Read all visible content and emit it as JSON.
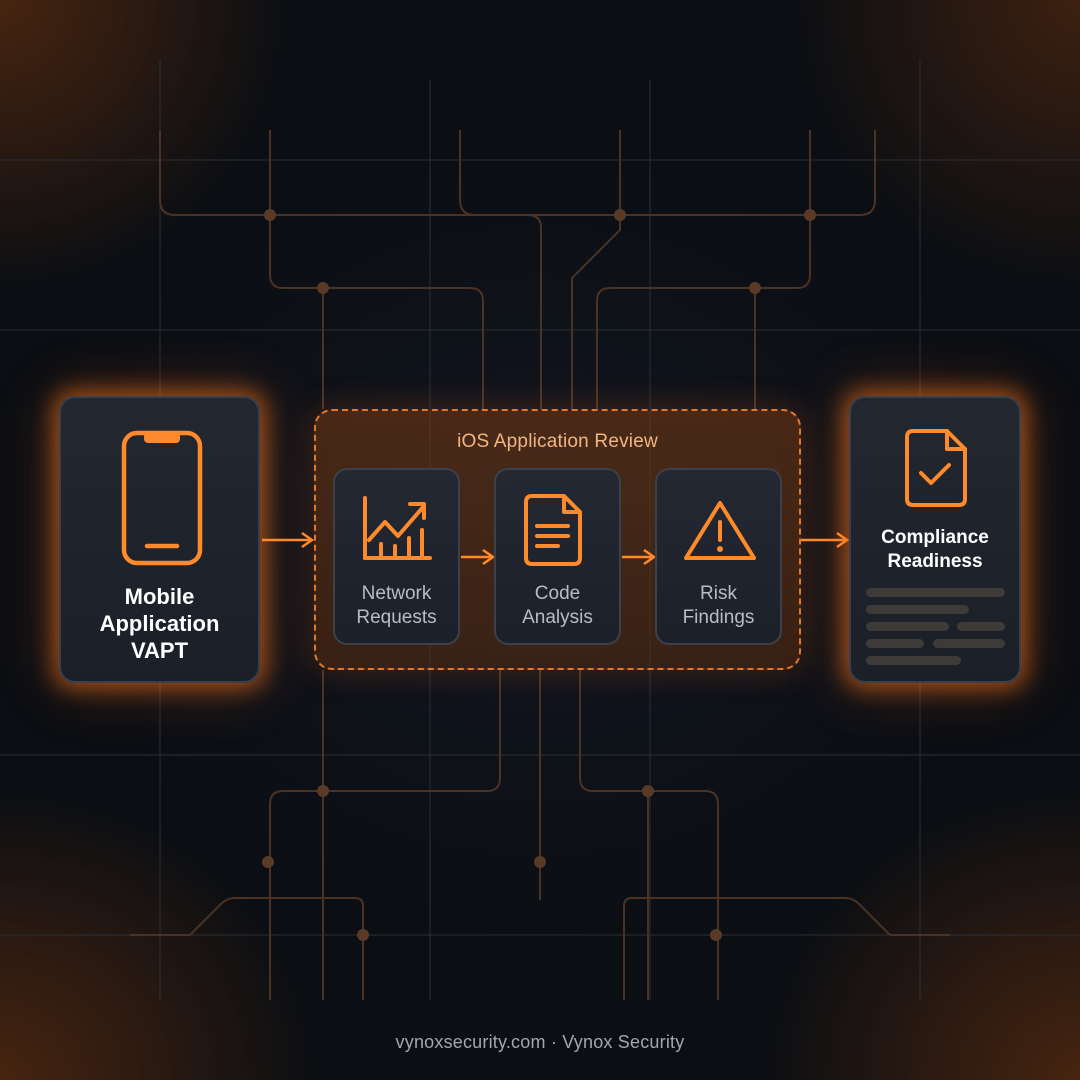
{
  "source": {
    "label": "Mobile\nApplication\nVAPT",
    "icon": "smartphone-icon"
  },
  "review": {
    "title": "iOS Application Review",
    "steps": [
      {
        "label": "Network\nRequests",
        "icon": "chart-trend-icon"
      },
      {
        "label": "Code\nAnalysis",
        "icon": "document-icon"
      },
      {
        "label": "Risk\nFindings",
        "icon": "warning-icon"
      }
    ]
  },
  "result": {
    "label": "Compliance\nReadiness",
    "icon": "document-check-icon"
  },
  "footer": {
    "text": "vynoxsecurity.com · Vynox Security"
  },
  "colors": {
    "accent": "#ff8a2b",
    "background": "#0b0e13",
    "card": "#1e222b"
  }
}
